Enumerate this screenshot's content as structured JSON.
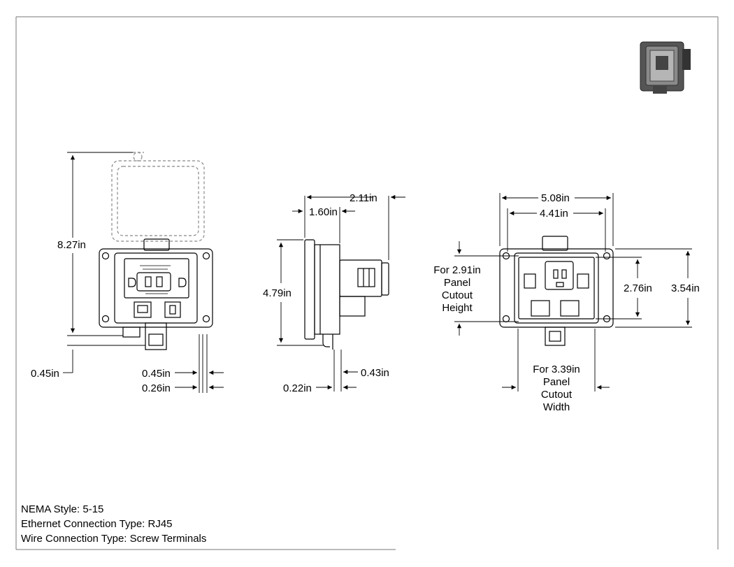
{
  "dimensions": {
    "front": {
      "height_open": "8.27in",
      "left_offset": "0.45in",
      "bottom_offset": "0.45in",
      "bottom_small": "0.26in"
    },
    "side": {
      "depth_overall": "2.11in",
      "depth_front": "1.60in",
      "height": "4.79in",
      "bottom_right": "0.43in",
      "bottom_left": "0.22in"
    },
    "back": {
      "width_overall": "5.08in",
      "width_inner": "4.41in",
      "height_inner": "2.76in",
      "height_overall": "3.54in",
      "cutout_height_lines": [
        "For 2.91in",
        "Panel",
        "Cutout",
        "Height"
      ],
      "cutout_width_lines": [
        "For 3.39in",
        "Panel",
        "Cutout",
        "Width"
      ]
    }
  },
  "specs": [
    "NEMA Style: 5-15",
    "Ethernet Connection Type: RJ45",
    "Wire Connection Type: Screw Terminals"
  ]
}
